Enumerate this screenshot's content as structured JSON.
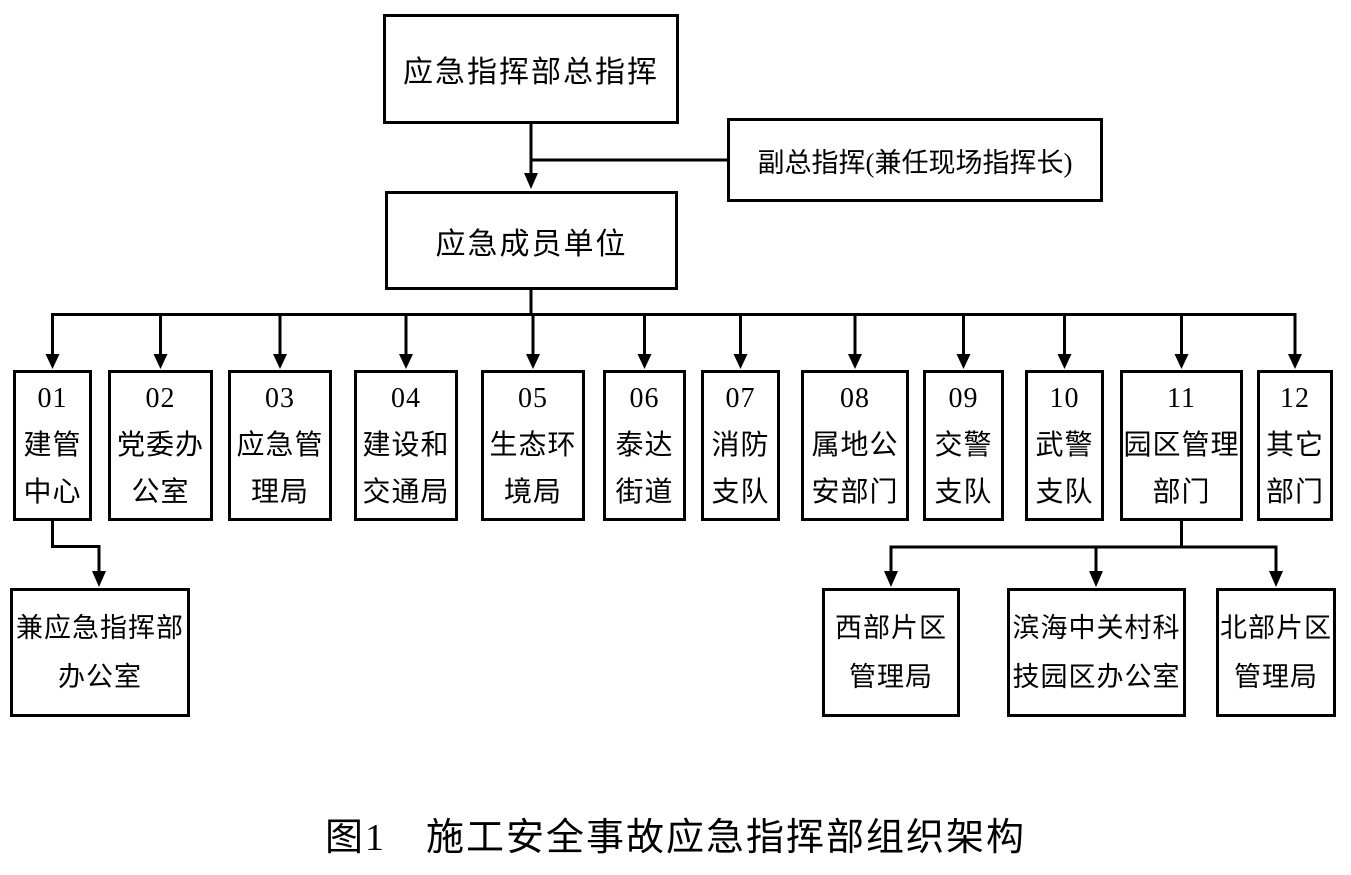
{
  "org": {
    "commander": "应急指挥部总指挥",
    "deputy": "副总指挥(兼任现场指挥长)",
    "member_unit": "应急成员单位",
    "units": [
      {
        "num": "01",
        "line1": "建管",
        "line2": "中心"
      },
      {
        "num": "02",
        "line1": "党委办",
        "line2": "公室"
      },
      {
        "num": "03",
        "line1": "应急管",
        "line2": "理局"
      },
      {
        "num": "04",
        "line1": "建设和",
        "line2": "交通局"
      },
      {
        "num": "05",
        "line1": "生态环",
        "line2": "境局"
      },
      {
        "num": "06",
        "line1": "泰达",
        "line2": "街道"
      },
      {
        "num": "07",
        "line1": "消防",
        "line2": "支队"
      },
      {
        "num": "08",
        "line1": "属地公",
        "line2": "安部门"
      },
      {
        "num": "09",
        "line1": "交警",
        "line2": "支队"
      },
      {
        "num": "10",
        "line1": "武警",
        "line2": "支队"
      },
      {
        "num": "11",
        "line1": "园区管理",
        "line2": "部门"
      },
      {
        "num": "12",
        "line1": "其它",
        "line2": "部门"
      }
    ],
    "unit01_child": {
      "line1": "兼应急指挥部",
      "line2": "办公室"
    },
    "unit11_children": [
      {
        "line1": "西部片区",
        "line2": "管理局"
      },
      {
        "line1": "滨海中关村科",
        "line2": "技园区办公室"
      },
      {
        "line1": "北部片区",
        "line2": "管理局"
      }
    ],
    "caption": "图1　施工安全事故应急指挥部组织架构"
  }
}
